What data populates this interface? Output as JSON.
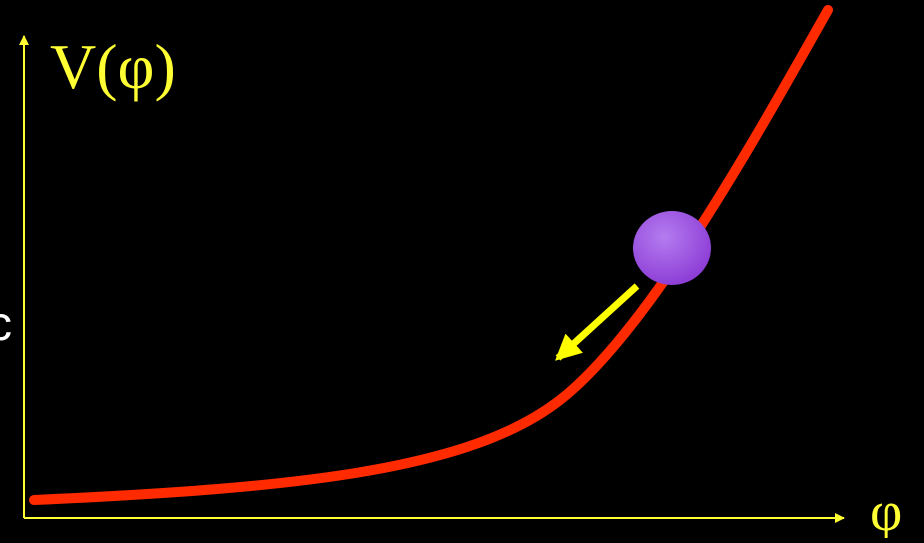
{
  "diagram": {
    "y_axis_label": "V(φ)",
    "x_axis_label": "φ",
    "edge_label": "c",
    "colors": {
      "background": "#000000",
      "axes": "#ffff33",
      "labels": "#ffff33",
      "edge_label": "#ffffff",
      "potential_curve": "#ff2a00",
      "ball": "#8e3fd6",
      "ball_highlight": "#b47cf0",
      "motion_arrow": "#ffff00"
    },
    "icons": {
      "ball": "rolling-ball-icon",
      "arrow": "arrow-down-left-icon"
    }
  }
}
